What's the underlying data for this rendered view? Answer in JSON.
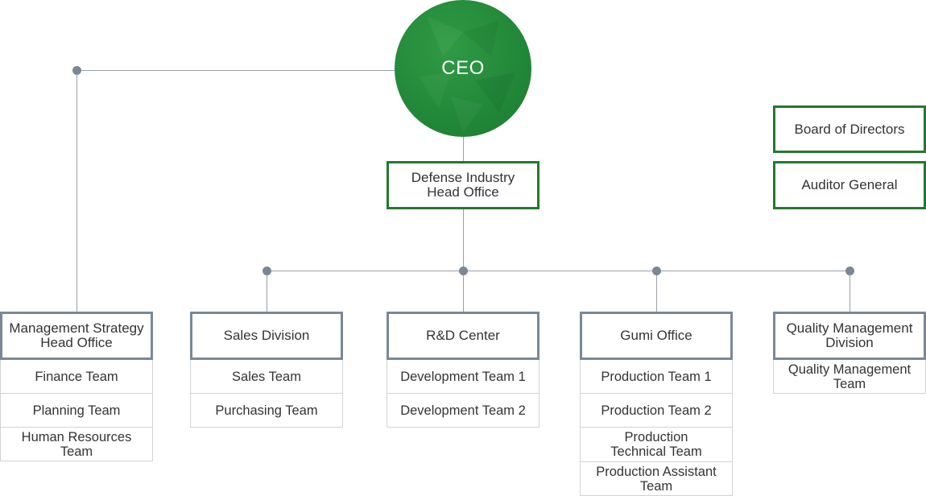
{
  "ceo": {
    "label": "CEO"
  },
  "defense": {
    "line1": "Defense Industry",
    "line2": "Head Office"
  },
  "board": {
    "label": "Board of Directors"
  },
  "auditor": {
    "label": "Auditor General"
  },
  "divisions": [
    {
      "title": [
        "Management Strategy",
        "Head Office"
      ],
      "teams": [
        "Finance Team",
        "Planning Team",
        "Human Resources Team"
      ]
    },
    {
      "title": [
        "Sales Division"
      ],
      "teams": [
        "Sales Team",
        "Purchasing Team"
      ]
    },
    {
      "title": [
        "R&D Center"
      ],
      "teams": [
        "Development Team 1",
        "Development Team 2"
      ]
    },
    {
      "title": [
        "Gumi Office"
      ],
      "teams": [
        "Production Team 1",
        "Production Team 2",
        "Production Technical Team",
        "Production Assistant Team"
      ]
    },
    {
      "title": [
        "Quality Management",
        "Division"
      ],
      "teams": [
        "Quality Management Team"
      ]
    }
  ],
  "colors": {
    "green": "#25782f",
    "gray_border": "#7a8896",
    "connector": "#9aa0a6",
    "dot": "#7d8794"
  }
}
